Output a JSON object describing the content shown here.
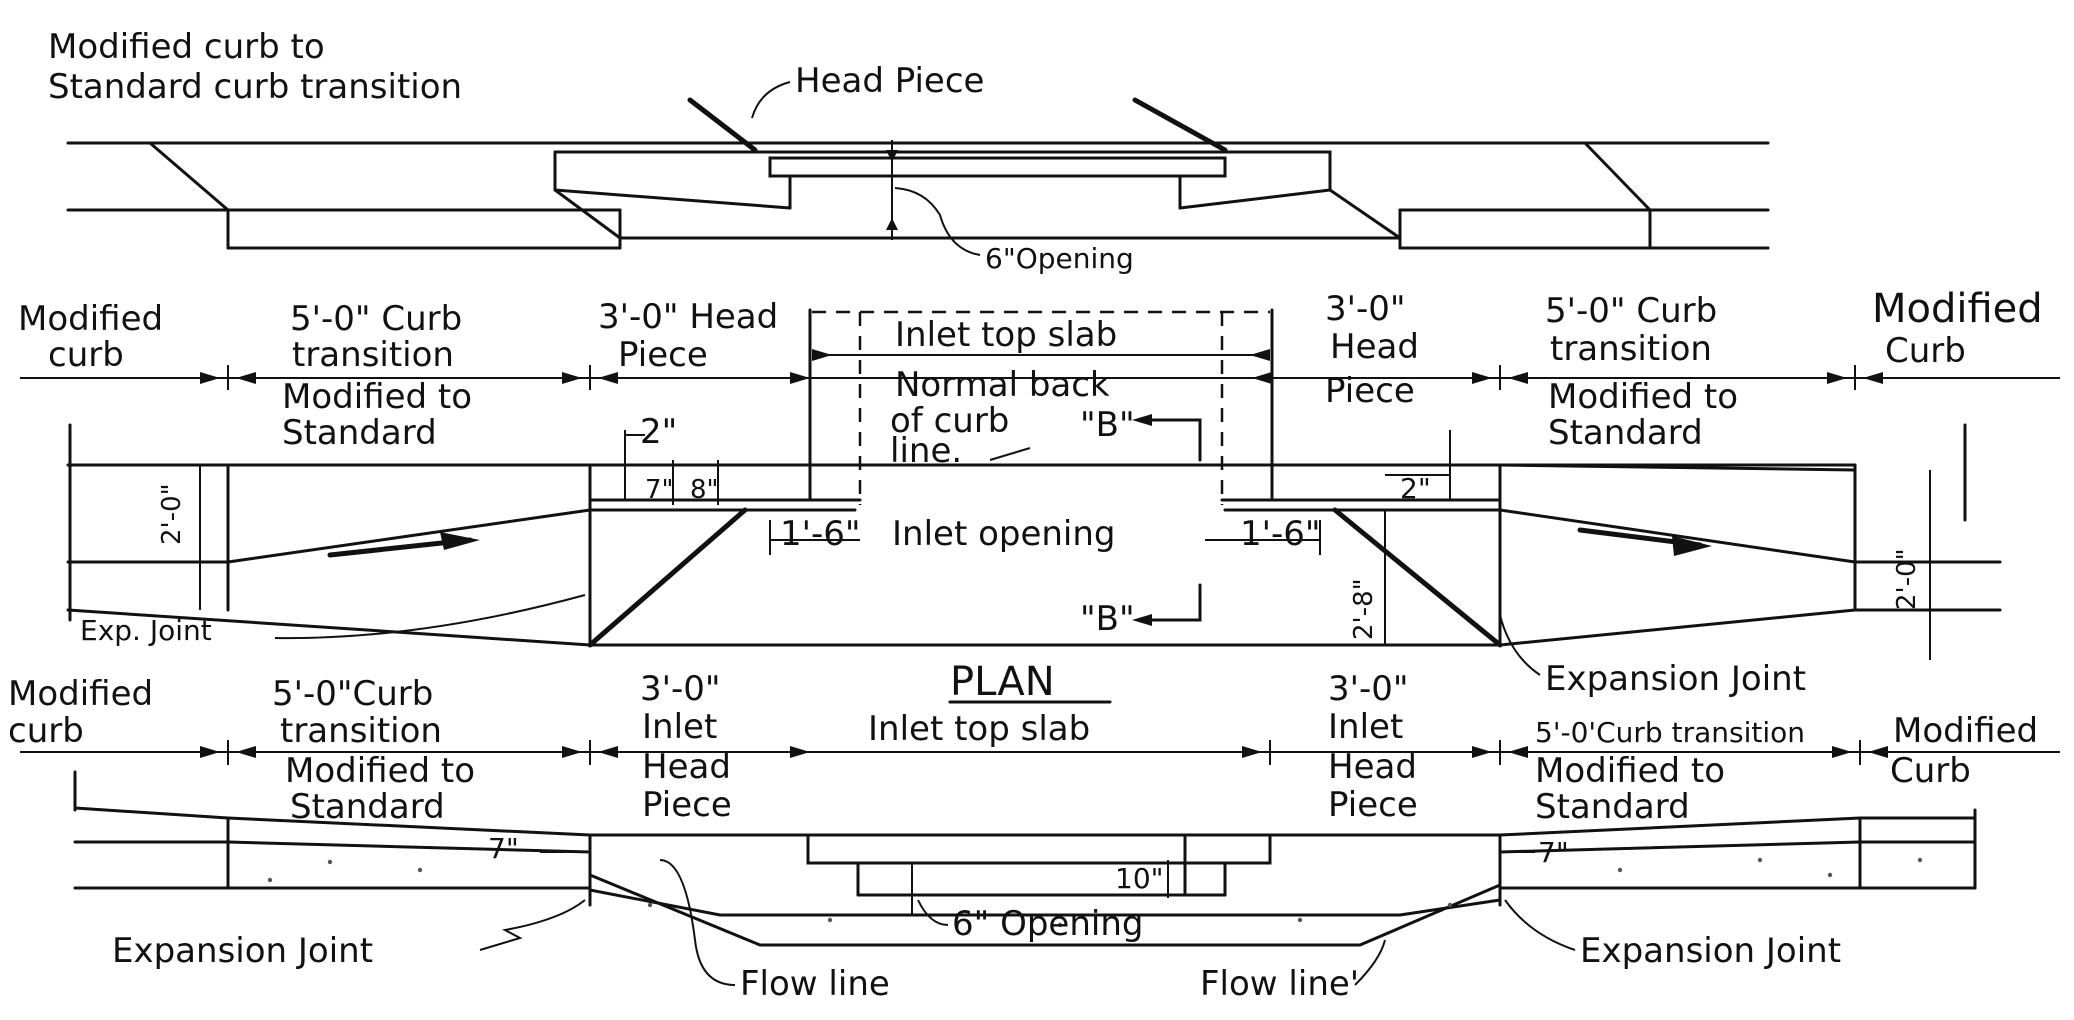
{
  "top_view": {
    "curb_transition_note_line1": "Modified curb to",
    "curb_transition_note_line2": "Standard curb transition",
    "head_piece": "Head Piece",
    "opening": "6\"Opening"
  },
  "plan": {
    "title": "PLAN",
    "left_modified_curb_1": "Modified",
    "left_modified_curb_2": "curb",
    "left_transition_1": "5'-0\" Curb",
    "left_transition_2": "transition",
    "left_transition_3": "Modified to",
    "left_transition_4": "Standard",
    "left_head_1": "3'-0\" Head",
    "left_head_2": "Piece",
    "inlet_top_slab": "Inlet top slab",
    "normal_back_1": "Normal back",
    "normal_back_2": "of curb",
    "normal_back_3": "line.",
    "section_mark_upper": "\"B\"",
    "section_mark_lower": "\"B\"",
    "right_head_1": "3'-0\"",
    "right_head_2": "Head",
    "right_head_3": "Piece",
    "right_transition_1": "5'-0\" Curb",
    "right_transition_2": "transition",
    "right_transition_3": "Modified to",
    "right_transition_4": "Standard",
    "right_modified_curb_1": "Modified",
    "right_modified_curb_2": "Curb",
    "dim_2in_left": "2\"",
    "dim_2in_right": "2\"",
    "dim_7in": "7\"",
    "dim_8in": "8\"",
    "dim_2ft_left": "2'-0\"",
    "dim_2ft_right": "2'-0\"",
    "dim_1ft6_left": "1'-6\"",
    "dim_1ft6_right": "1'-6\"",
    "inlet_opening": "Inlet opening",
    "dim_2ft8": "2'-8\"",
    "exp_joint": "Exp. Joint",
    "expansion_joint": "Expansion Joint"
  },
  "elevation": {
    "left_modified_curb_1": "Modified",
    "left_modified_curb_2": "curb",
    "left_transition_1": "5'-0\"Curb",
    "left_transition_2": "transition",
    "left_transition_3": "Modified to",
    "left_transition_4": "Standard",
    "left_head_1": "3'-0\"",
    "left_head_2": "Inlet",
    "left_head_3": "Head",
    "left_head_4": "Piece",
    "inlet_top_slab": "Inlet top slab",
    "right_head_1": "3'-0\"",
    "right_head_2": "Inlet",
    "right_head_3": "Head",
    "right_head_4": "Piece",
    "right_transition_1": "5'-0'Curb transition",
    "right_transition_2": "Modified to",
    "right_transition_3": "Standard",
    "right_modified_curb_1": "Modified",
    "right_modified_curb_2": "Curb",
    "dim_7in_left": "7\"",
    "dim_7in_right": "7\"",
    "dim_10in": "10\"",
    "opening": "6\" Opening",
    "expansion_joint_left": "Expansion Joint",
    "expansion_joint_right": "Expansion Joint",
    "flow_line_left": "Flow line",
    "flow_line_right": "Flow line'"
  }
}
